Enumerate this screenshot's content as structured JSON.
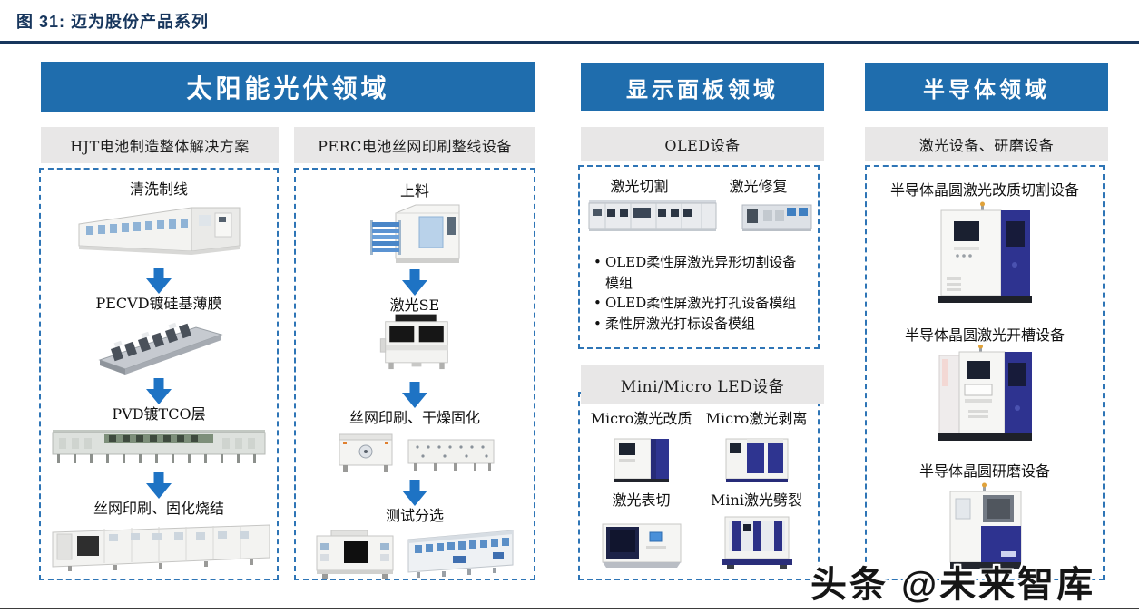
{
  "figure": {
    "title": "图 31: 迈为股份产品系列"
  },
  "sections": {
    "solar": {
      "header": "太阳能光伏领域",
      "hjt": {
        "title": "HJT电池制造整体解决方案",
        "steps": [
          "清洗制线",
          "PECVD镀硅基薄膜",
          "PVD镀TCO层",
          "丝网印刷、固化烧结"
        ]
      },
      "perc": {
        "title": "PERC电池丝网印刷整线设备",
        "steps": [
          "上料",
          "激光SE",
          "丝网印刷、干燥固化",
          "测试分选"
        ]
      }
    },
    "display": {
      "header": "显示面板领域",
      "oled": {
        "title": "OLED设备",
        "machine_labels": [
          "激光切割",
          "激光修复"
        ],
        "bullets": [
          "OLED柔性屏激光异形切割设备模组",
          "OLED柔性屏激光打孔设备模组",
          "柔性屏激光打标设备模组"
        ]
      },
      "mini_micro": {
        "title": "Mini/Micro LED设备",
        "machine_labels": [
          "Micro激光改质",
          "Micro激光剥离",
          "激光表切",
          "Mini激光劈裂"
        ]
      }
    },
    "semiconductor": {
      "header": "半导体领域",
      "sub_title": "激光设备、研磨设备",
      "items": [
        "半导体晶圆激光改质切割设备",
        "半导体晶圆激光开槽设备",
        "半导体晶圆研磨设备"
      ]
    }
  },
  "watermark": {
    "text": "头条 @未来智库"
  },
  "colors": {
    "header_blue": "#1f6dad",
    "dash_border_blue": "#2e75b6",
    "arrow_blue": "#1e73c4",
    "subheader_gray": "#e8e7e7",
    "title_navy": "#17365d",
    "machine_navy": "#2e3390"
  }
}
